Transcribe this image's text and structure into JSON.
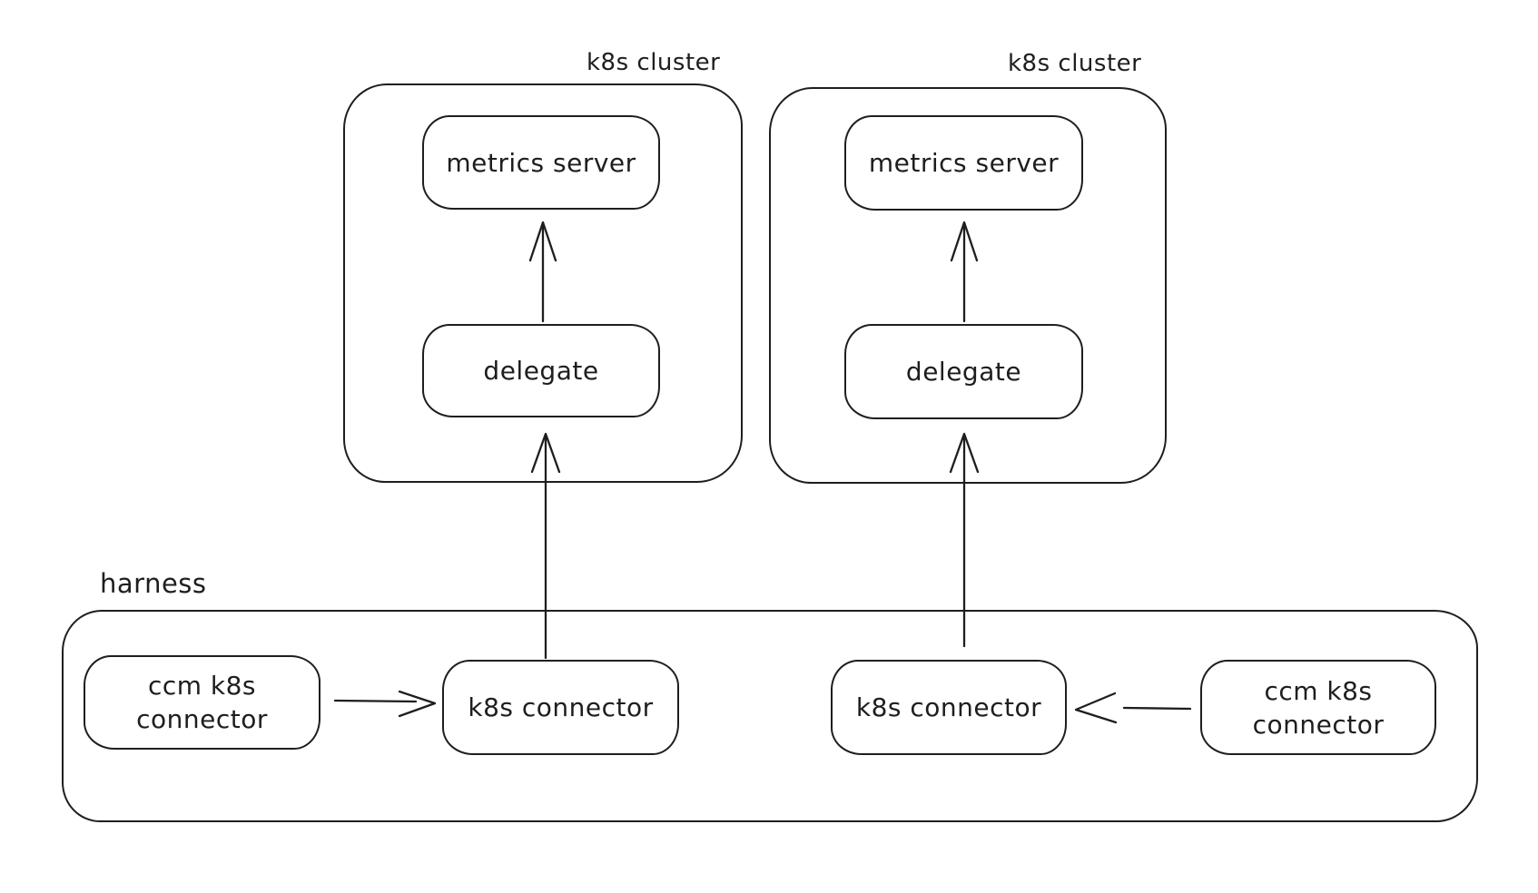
{
  "colors": {
    "stroke": "#1e1e1e",
    "background": "#ffffff"
  },
  "clusters": [
    {
      "label": "k8s cluster",
      "metrics_server": "metrics server",
      "delegate": "delegate"
    },
    {
      "label": "k8s cluster",
      "metrics_server": "metrics server",
      "delegate": "delegate"
    }
  ],
  "harness": {
    "label": "harness",
    "ccm_connector_left": "ccm k8s\nconnector",
    "k8s_connector_left": "k8s connector",
    "k8s_connector_right": "k8s connector",
    "ccm_connector_right": "ccm k8s\nconnector"
  },
  "connections": [
    {
      "from": "delegate",
      "to": "metrics server",
      "within": "k8s cluster (left)"
    },
    {
      "from": "delegate",
      "to": "metrics server",
      "within": "k8s cluster (right)"
    },
    {
      "from": "k8s connector (left)",
      "to": "delegate",
      "within": "harness to k8s cluster (left)"
    },
    {
      "from": "k8s connector (right)",
      "to": "delegate",
      "within": "harness to k8s cluster (right)"
    },
    {
      "from": "ccm k8s connector (left)",
      "to": "k8s connector (left)",
      "within": "harness"
    },
    {
      "from": "ccm k8s connector (right)",
      "to": "k8s connector (right)",
      "within": "harness"
    }
  ]
}
